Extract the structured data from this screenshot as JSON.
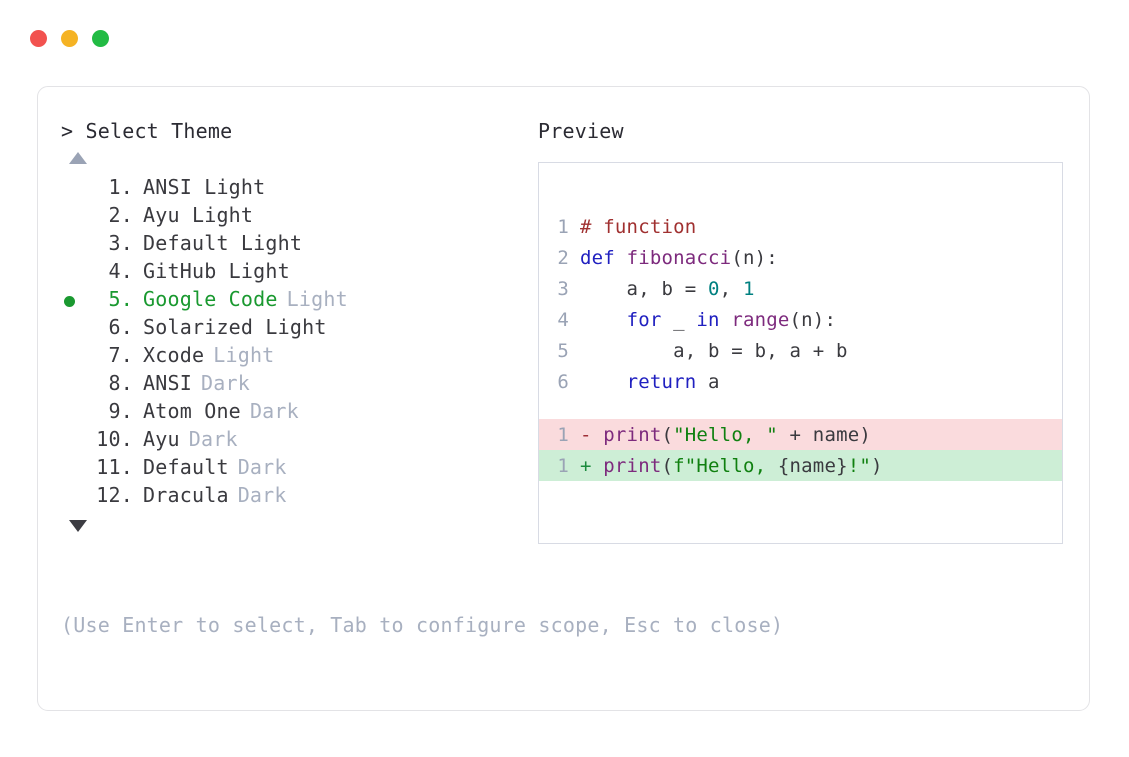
{
  "window": {
    "controls": [
      {
        "name": "close-button",
        "color": "#f2524f"
      },
      {
        "name": "minimize-button",
        "color": "#f5b324"
      },
      {
        "name": "maximize-button",
        "color": "#22bb44"
      }
    ]
  },
  "picker": {
    "prompt": "> Select Theme",
    "scroll_up_indicator": "▲",
    "scroll_down_indicator": "▼",
    "selected_index": 5,
    "selected_bullet": "●",
    "items": [
      {
        "index": "1.",
        "name": "ANSI Light",
        "variant": "",
        "selected": false
      },
      {
        "index": "2.",
        "name": "Ayu Light",
        "variant": "",
        "selected": false
      },
      {
        "index": "3.",
        "name": "Default Light",
        "variant": "",
        "selected": false
      },
      {
        "index": "4.",
        "name": "GitHub Light",
        "variant": "",
        "selected": false
      },
      {
        "index": "5.",
        "name": "Google Code",
        "variant": "Light",
        "selected": true
      },
      {
        "index": "6.",
        "name": "Solarized Light",
        "variant": "",
        "selected": false
      },
      {
        "index": "7.",
        "name": "Xcode",
        "variant": "Light",
        "selected": false
      },
      {
        "index": "8.",
        "name": "ANSI",
        "variant": "Dark",
        "selected": false
      },
      {
        "index": "9.",
        "name": "Atom One",
        "variant": "Dark",
        "selected": false
      },
      {
        "index": "10.",
        "name": "Ayu",
        "variant": "Dark",
        "selected": false
      },
      {
        "index": "11.",
        "name": "Default",
        "variant": "Dark",
        "selected": false
      },
      {
        "index": "12.",
        "name": "Dracula",
        "variant": "Dark",
        "selected": false
      }
    ],
    "hint": "(Use Enter to select, Tab to configure scope, Esc to close)"
  },
  "preview": {
    "label": "Preview",
    "code_lines": [
      {
        "num": "1",
        "tokens": [
          {
            "t": "# function",
            "c": "t-comment"
          }
        ]
      },
      {
        "num": "2",
        "tokens": [
          {
            "t": "def ",
            "c": "t-keyword"
          },
          {
            "t": "fibonacci",
            "c": "t-func"
          },
          {
            "t": "(n):",
            "c": "t-plain"
          }
        ]
      },
      {
        "num": "3",
        "tokens": [
          {
            "t": "    a, b = ",
            "c": "t-plain"
          },
          {
            "t": "0",
            "c": "t-number"
          },
          {
            "t": ", ",
            "c": "t-plain"
          },
          {
            "t": "1",
            "c": "t-number"
          }
        ]
      },
      {
        "num": "4",
        "tokens": [
          {
            "t": "    ",
            "c": "t-plain"
          },
          {
            "t": "for",
            "c": "t-keyword"
          },
          {
            "t": " _ ",
            "c": "t-plain"
          },
          {
            "t": "in",
            "c": "t-keyword"
          },
          {
            "t": " ",
            "c": "t-plain"
          },
          {
            "t": "range",
            "c": "t-builtin"
          },
          {
            "t": "(n):",
            "c": "t-plain"
          }
        ]
      },
      {
        "num": "5",
        "tokens": [
          {
            "t": "        a, b = b, a + b",
            "c": "t-plain"
          }
        ]
      },
      {
        "num": "6",
        "tokens": [
          {
            "t": "    ",
            "c": "t-plain"
          },
          {
            "t": "return",
            "c": "t-keyword"
          },
          {
            "t": " a",
            "c": "t-plain"
          }
        ]
      }
    ],
    "diff_lines": [
      {
        "num": "1",
        "sign": "-",
        "kind": "diff-del",
        "tokens": [
          {
            "t": "print",
            "c": "t-builtin"
          },
          {
            "t": "(",
            "c": "t-plain"
          },
          {
            "t": "\"Hello, \"",
            "c": "t-string"
          },
          {
            "t": " + name)",
            "c": "t-plain"
          }
        ]
      },
      {
        "num": "1",
        "sign": "+",
        "kind": "diff-add",
        "tokens": [
          {
            "t": "print",
            "c": "t-builtin"
          },
          {
            "t": "(",
            "c": "t-plain"
          },
          {
            "t": "f\"Hello, ",
            "c": "t-string"
          },
          {
            "t": "{name}",
            "c": "t-plain"
          },
          {
            "t": "!\"",
            "c": "t-string"
          },
          {
            "t": ")",
            "c": "t-plain"
          }
        ]
      }
    ]
  }
}
